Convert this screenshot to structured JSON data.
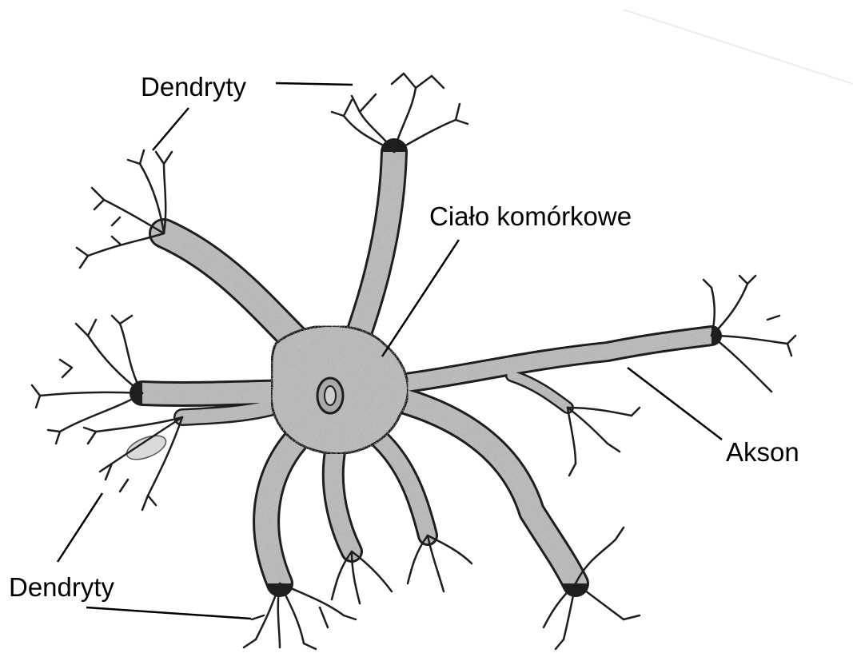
{
  "diagram": {
    "labels": {
      "dendrites_top": "Dendryty",
      "cell_body": "Ciało komórkowe",
      "axon": "Akson",
      "dendrites_bottom": "Dendryty"
    },
    "colors": {
      "cytoplasm": "#b9b9b9",
      "outline": "#1e1e1e",
      "stipple": "#3a3a3a",
      "label_text": "#000000",
      "leader_line": "#000000"
    }
  }
}
